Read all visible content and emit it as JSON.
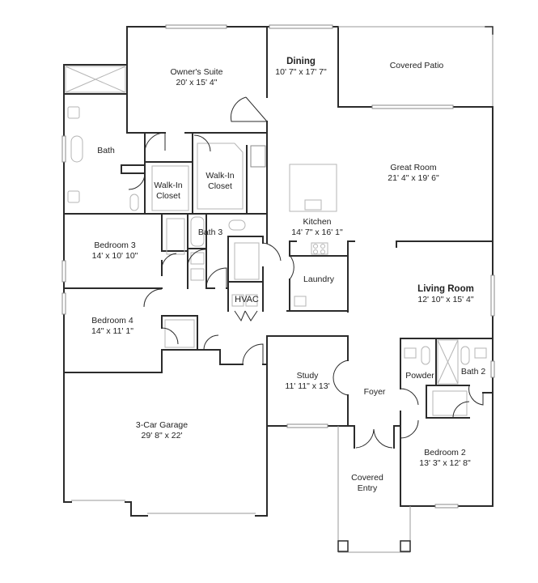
{
  "floorplan": {
    "colors": {
      "wall": "#2b2b2b",
      "fixture": "#b5b5b5",
      "window": "#8a8a8a",
      "background": "#ffffff",
      "text": "#222222"
    },
    "rooms": {
      "owners_suite": {
        "name": "Owner's Suite",
        "dim": "20' x 15' 4\""
      },
      "dining": {
        "name": "Dining",
        "dim": "10' 7\" x 17' 7\""
      },
      "covered_patio": {
        "name": "Covered Patio"
      },
      "bath": {
        "name": "Bath"
      },
      "walk_in_closet_1": {
        "name": "Walk-In",
        "name2": "Closet"
      },
      "walk_in_closet_2": {
        "name": "Walk-In",
        "name2": "Closet"
      },
      "great_room": {
        "name": "Great Room",
        "dim": "21' 4\" x 19' 6\""
      },
      "kitchen": {
        "name": "Kitchen",
        "dim": "14' 7\" x 16' 1\""
      },
      "bedroom_3": {
        "name": "Bedroom 3",
        "dim": "14' x 10' 10\""
      },
      "bath_3": {
        "name": "Bath 3"
      },
      "laundry": {
        "name": "Laundry"
      },
      "hvac": {
        "name": "HVAC"
      },
      "living_room": {
        "name": "Living Room",
        "dim": "12' 10\" x 15' 4\""
      },
      "bedroom_4": {
        "name": "Bedroom 4",
        "dim": "14\" x 11' 1\""
      },
      "study": {
        "name": "Study",
        "dim": "11' 11\" x 13'"
      },
      "foyer": {
        "name": "Foyer"
      },
      "powder": {
        "name": "Powder"
      },
      "bath_2": {
        "name": "Bath 2"
      },
      "garage": {
        "name": "3-Car Garage",
        "dim": "29' 8\" x 22'"
      },
      "bedroom_2": {
        "name": "Bedroom 2",
        "dim": "13' 3\" x 12' 8\""
      },
      "covered_entry": {
        "name": "Covered",
        "name2": "Entry"
      }
    }
  }
}
